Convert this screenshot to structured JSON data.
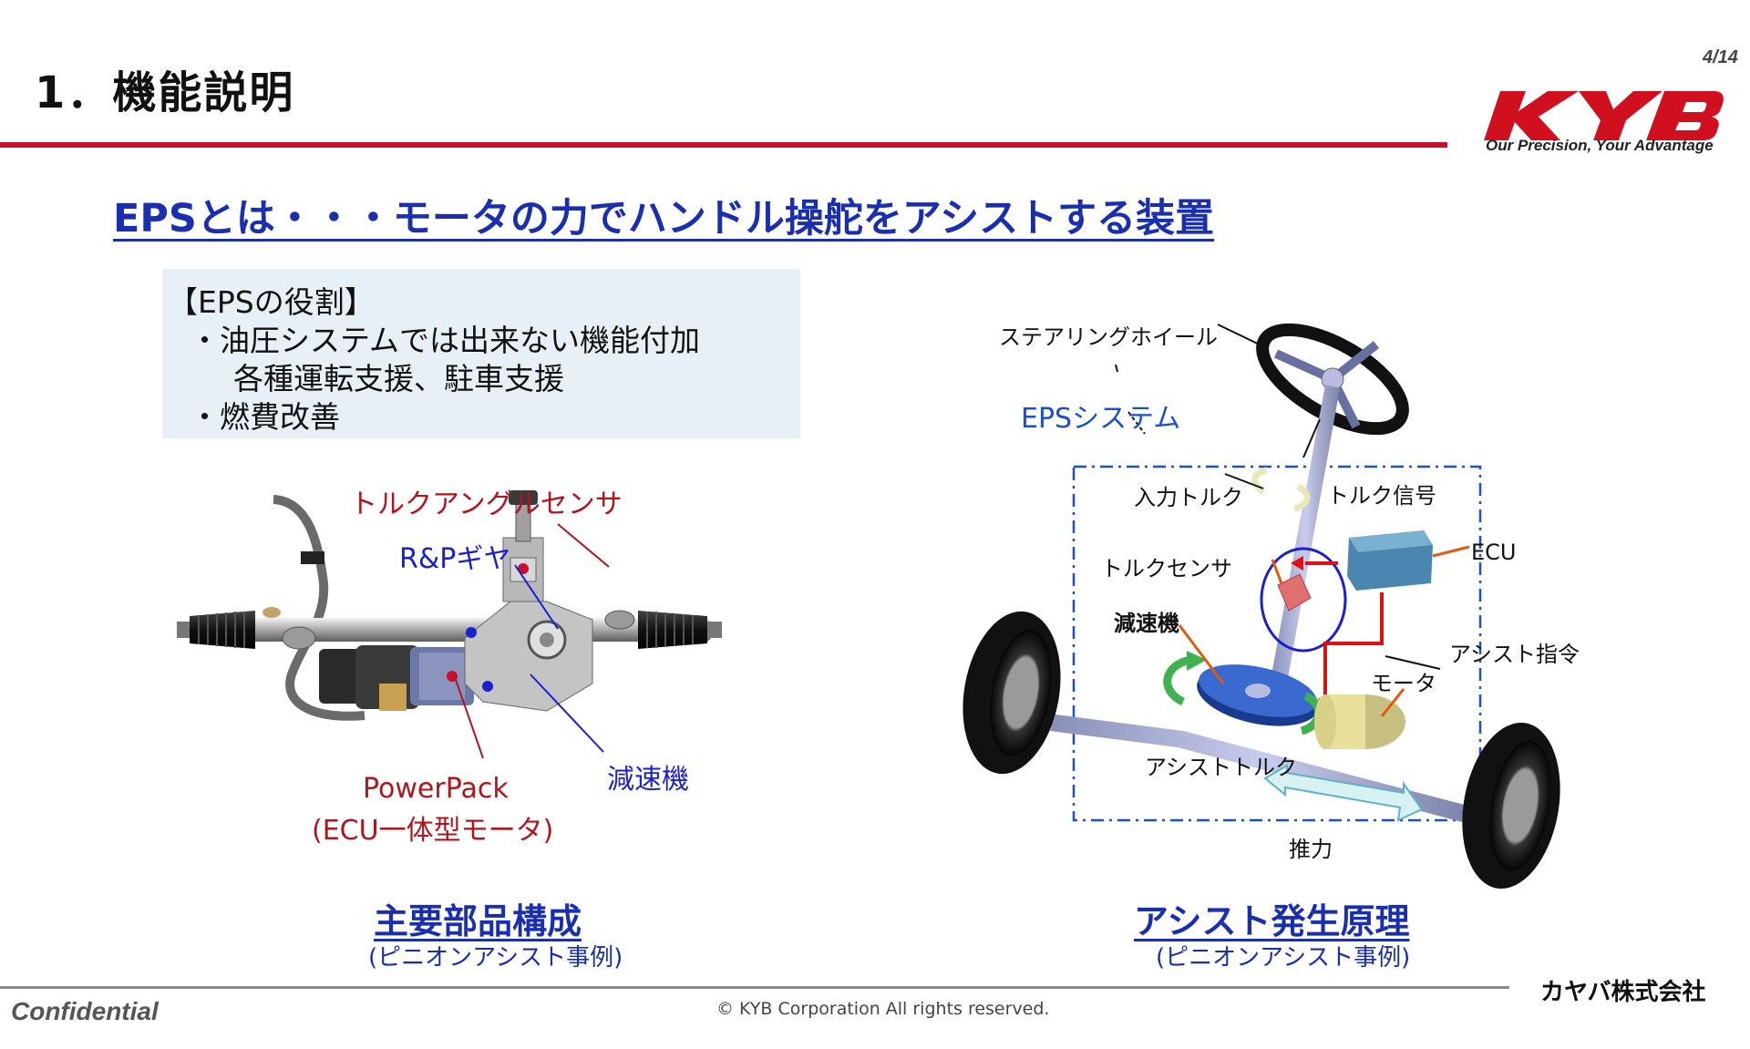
{
  "slide": {
    "title": "1．機能説明",
    "page_number": "4/14",
    "headline": "EPSとは・・・モータの力でハンドル操舵をアシストする装置"
  },
  "brand": {
    "logo_text": "KYB",
    "tagline": "Our Precision, Your Advantage",
    "company_name": "カヤバ株式会社",
    "accent_color": "#c8102e",
    "heading_color": "#1a2fb0"
  },
  "role_box": {
    "heading": "【EPSの役割】",
    "line1": "・油圧システムでは出来ない機能付加",
    "line2": "各種運転支援、駐車支援",
    "line3": "・燃費改善"
  },
  "left_figure": {
    "labels": {
      "torque_angle_sensor": "トルクアングルセンサ",
      "rp_gear": "R&Pギヤ",
      "powerpack": "PowerPack",
      "powerpack_sub": "(ECU一体型モータ)",
      "reducer": "減速機"
    },
    "caption": "主要部品構成",
    "caption_sub": "(ピニオンアシスト事例)"
  },
  "right_figure": {
    "labels": {
      "steering_wheel": "ステアリングホイール",
      "eps_system": "EPSシステム",
      "input_torque": "入力トルク",
      "torque_signal": "トルク信号",
      "torque_sensor": "トルクセンサ",
      "ecu": "ECU",
      "reducer": "減速機",
      "assist_command": "アシスト指令",
      "motor": "モータ",
      "assist_torque": "アシストトルク",
      "thrust": "推力"
    },
    "caption": "アシスト発生原理",
    "caption_sub": "(ピニオンアシスト事例)"
  },
  "footer": {
    "confidential": "Confidential",
    "copyright": "© KYB Corporation All rights reserved."
  }
}
